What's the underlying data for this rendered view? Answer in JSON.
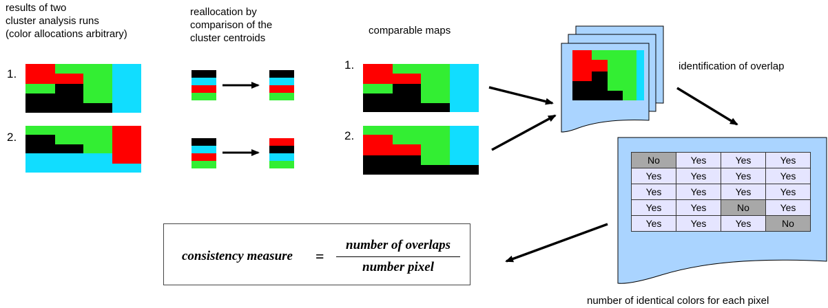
{
  "labels": {
    "runs": [
      "results of two",
      "cluster analysis runs",
      "(color allocations arbitrary)"
    ],
    "realloc": [
      "reallocation by",
      "comparison of the",
      "cluster centroids"
    ],
    "comparable": "comparable maps",
    "overlap": "identification of overlap",
    "identical": "number of identical colors for each pixel",
    "n1": "1.",
    "n2": "2."
  },
  "formula": {
    "lhs": "consistency measure",
    "eq": "=",
    "numerator": "number of overlaps",
    "denominator": "number pixel"
  },
  "grid": [
    [
      "No",
      "Yes",
      "Yes",
      "Yes"
    ],
    [
      "Yes",
      "Yes",
      "Yes",
      "Yes"
    ],
    [
      "Yes",
      "Yes",
      "Yes",
      "Yes"
    ],
    [
      "Yes",
      "Yes",
      "No",
      "Yes"
    ],
    [
      "Yes",
      "Yes",
      "Yes",
      "No"
    ]
  ],
  "colors": {
    "red": "#ff0000",
    "green": "#33ee33",
    "black": "#000000",
    "cyan": "#11ddff",
    "doc": "#aad4ff",
    "cell": "#e5e5ff",
    "cell_no": "#a8a8a8"
  }
}
